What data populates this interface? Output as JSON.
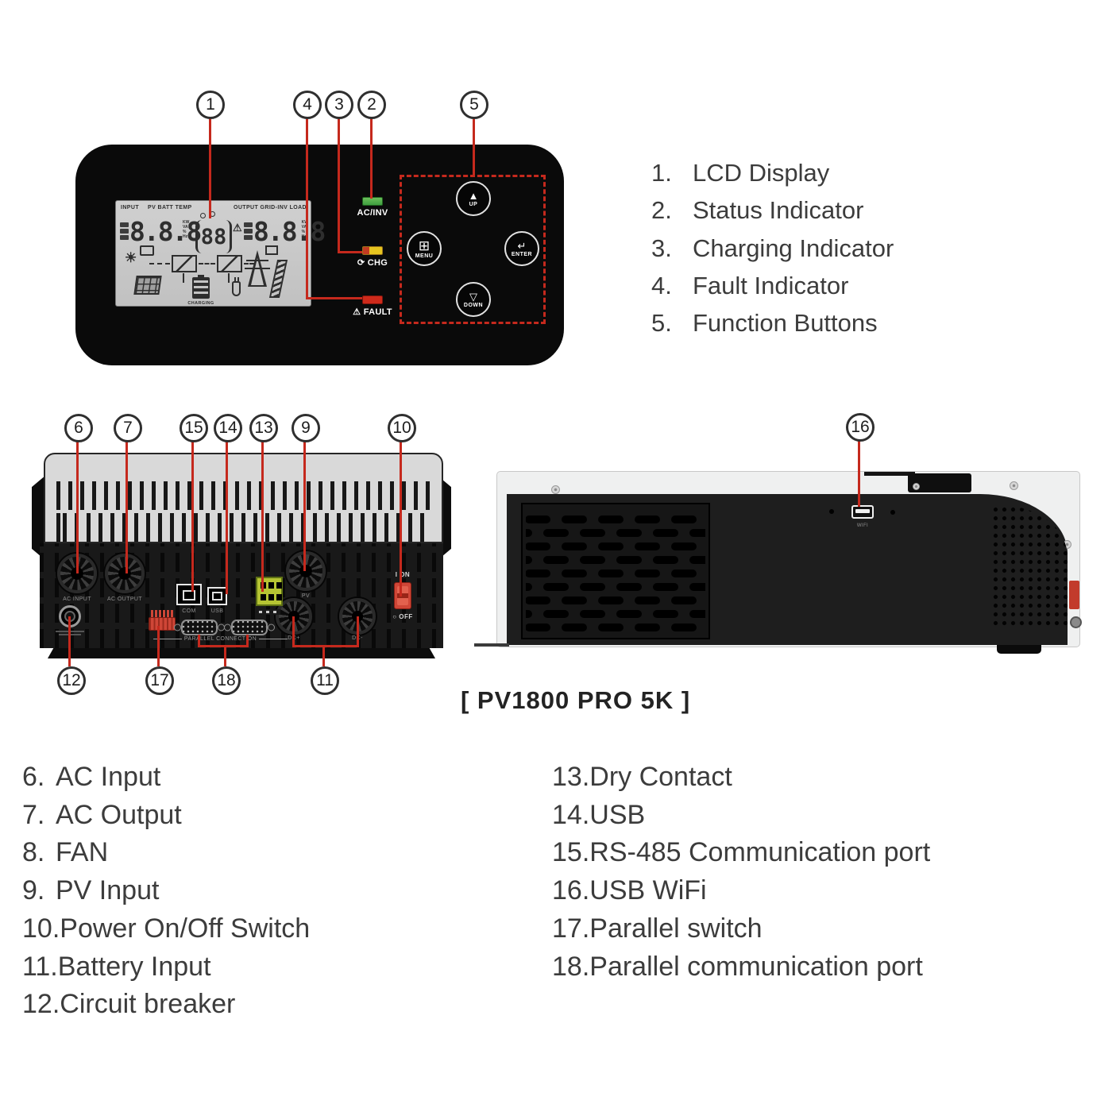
{
  "colors": {
    "accent_red": "#c5291d",
    "led_green": "#4db04c",
    "led_yellow": "#e7c520",
    "led_red": "#ce2a1b",
    "terminal": "#b6c433"
  },
  "icons": {
    "sun": "☀",
    "up_arrow": "▲",
    "down_arrow": "▽",
    "enter_arrow": "↵",
    "menu_grid": "⊞",
    "charge": "⟳",
    "warning": "⚠",
    "power": "○"
  },
  "callouts": {
    "c1": "1",
    "c2": "2",
    "c3": "3",
    "c4": "4",
    "c5": "5",
    "c6": "6",
    "c7": "7",
    "c9": "9",
    "c10": "10",
    "c11": "11",
    "c12": "12",
    "c13": "13",
    "c14": "14",
    "c15": "15",
    "c16": "16",
    "c17": "17",
    "c18": "18"
  },
  "front_panel": {
    "lcd": {
      "top_left_1": "INPUT",
      "top_left_2": "PV BATT TEMP",
      "top_right": "OUTPUT GRID-INV LOAD",
      "left_value": "8.8.8",
      "center_value": "88",
      "right_value": "8.8.8",
      "units": [
        "KW",
        "VA",
        "%",
        "Hz"
      ],
      "charging": "CHARGING"
    },
    "indicators": [
      {
        "label": "AC/INV"
      },
      {
        "label": "CHG"
      },
      {
        "label": "FAULT"
      }
    ],
    "buttons": [
      {
        "label": "UP"
      },
      {
        "label": "MENU"
      },
      {
        "label": "ENTER"
      },
      {
        "label": "DOWN"
      }
    ]
  },
  "legend_top": [
    {
      "num": "1.",
      "label": "LCD Display"
    },
    {
      "num": "2.",
      "label": "Status Indicator"
    },
    {
      "num": "3.",
      "label": "Charging Indicator"
    },
    {
      "num": "4.",
      "label": "Fault Indicator"
    },
    {
      "num": "5.",
      "label": "Function Buttons"
    }
  ],
  "rear_panel": {
    "ac_input": "AC INPUT",
    "ac_output": "AC OUTPUT",
    "com": "COM",
    "usb": "USB",
    "pv": "PV",
    "dc_plus": "DC+",
    "dc_minus": "DC-",
    "switch_on": "I ON",
    "switch_off": "OFF",
    "parallel": "PARALLEL CONNECTION"
  },
  "side_panel": {
    "wifi": "WIFI"
  },
  "caption": "[ PV1800 PRO 5K ]",
  "legend_bottom_left": [
    {
      "num": "6.",
      "label": "AC Input"
    },
    {
      "num": "7.",
      "label": "AC Output"
    },
    {
      "num": "8.",
      "label": "FAN"
    },
    {
      "num": "9.",
      "label": "PV Input"
    },
    {
      "num": "10.",
      "label": "Power On/Off Switch"
    },
    {
      "num": "11.",
      "label": "Battery Input"
    },
    {
      "num": "12.",
      "label": "Circuit breaker"
    }
  ],
  "legend_bottom_right": [
    {
      "num": "13.",
      "label": "Dry Contact"
    },
    {
      "num": "14.",
      "label": "USB"
    },
    {
      "num": "15.",
      "label": "RS-485 Communication port"
    },
    {
      "num": "16.",
      "label": "USB WiFi"
    },
    {
      "num": "17.",
      "label": "Parallel switch"
    },
    {
      "num": "18.",
      "label": "Parallel communication port"
    }
  ]
}
